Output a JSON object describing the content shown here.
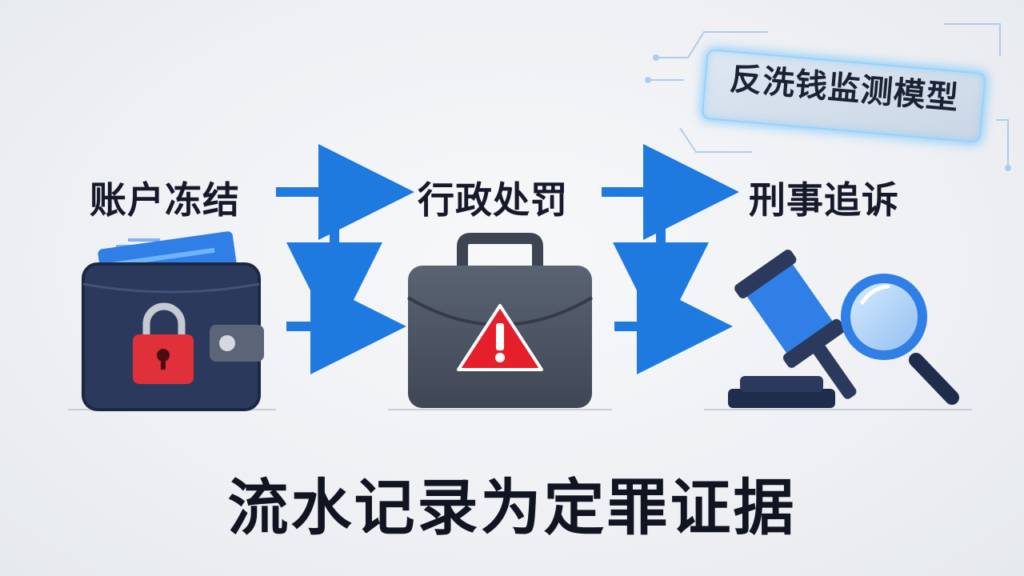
{
  "badge": {
    "text": "反洗钱监测模型"
  },
  "steps": [
    {
      "label": "账户冻结",
      "icon": "locked-wallet-icon"
    },
    {
      "label": "行政处罚",
      "icon": "briefcase-warning-icon"
    },
    {
      "label": "刑事追诉",
      "icon": "gavel-magnifier-icon"
    }
  ],
  "caption": "流水记录为定罪证据",
  "colors": {
    "arrow": "#1f7ae0",
    "navy": "#2b3a5c",
    "lock_red": "#e0303a",
    "warning_red": "#e5202b",
    "briefcase": "#4b5462",
    "accent_blue": "#2f7fe6",
    "glow": "#5cc8ff"
  }
}
